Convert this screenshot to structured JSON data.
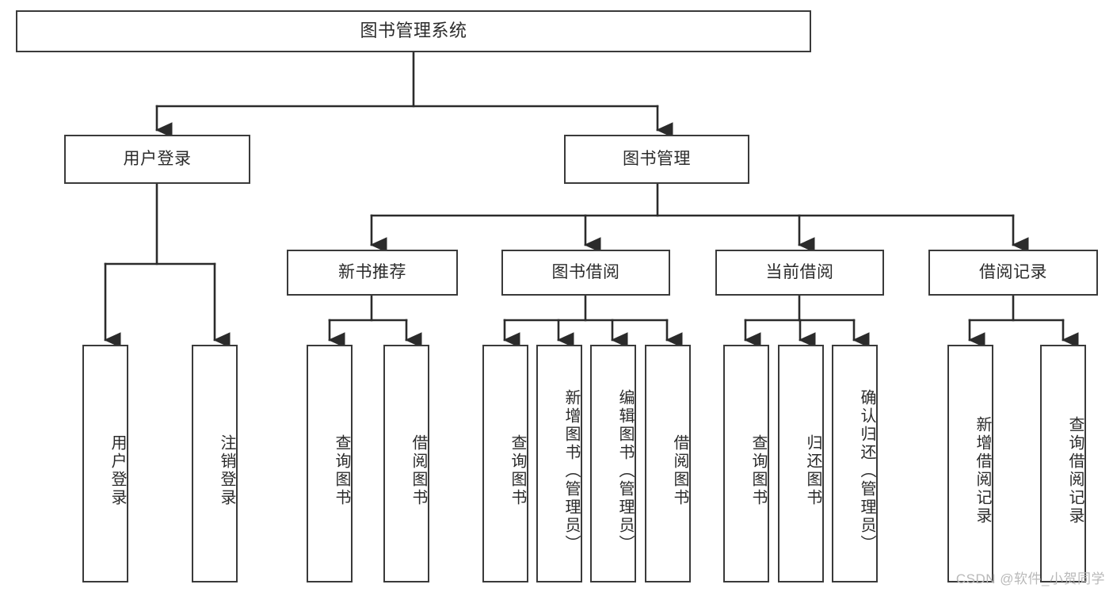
{
  "diagram": {
    "title": "图书管理系统",
    "type": "tree",
    "orientation": "top-down",
    "style": {
      "box_border_color": "#3a3a3a",
      "box_fill_color": "#ffffff",
      "connector_color": "#2b2b2b",
      "text_color": "#2b2b2b",
      "background_color": "#ffffff"
    },
    "root": {
      "label": "图书管理系统"
    },
    "tier1": [
      {
        "label": "用户登录"
      },
      {
        "label": "图书管理"
      }
    ],
    "tier2": [
      {
        "label": "新书推荐"
      },
      {
        "label": "图书借阅"
      },
      {
        "label": "当前借阅"
      },
      {
        "label": "借阅记录"
      }
    ],
    "leaves": {
      "user_login": [
        {
          "label": "用户登录"
        },
        {
          "label": "注销登录"
        }
      ],
      "new_book_recommend": [
        {
          "label": "查询图书"
        },
        {
          "label": "借阅图书"
        }
      ],
      "book_borrow": [
        {
          "label": "查询图书"
        },
        {
          "label": "新增图书（管理员）"
        },
        {
          "label": "编辑图书（管理员）"
        },
        {
          "label": "借阅图书"
        }
      ],
      "current_borrow": [
        {
          "label": "查询图书"
        },
        {
          "label": "归还图书"
        },
        {
          "label": "确认归还（管理员）"
        }
      ],
      "borrow_record": [
        {
          "label": "新增借阅记录"
        },
        {
          "label": "查询借阅记录"
        }
      ]
    }
  },
  "watermark": {
    "text": "CSDN @软件_小贺同学"
  }
}
